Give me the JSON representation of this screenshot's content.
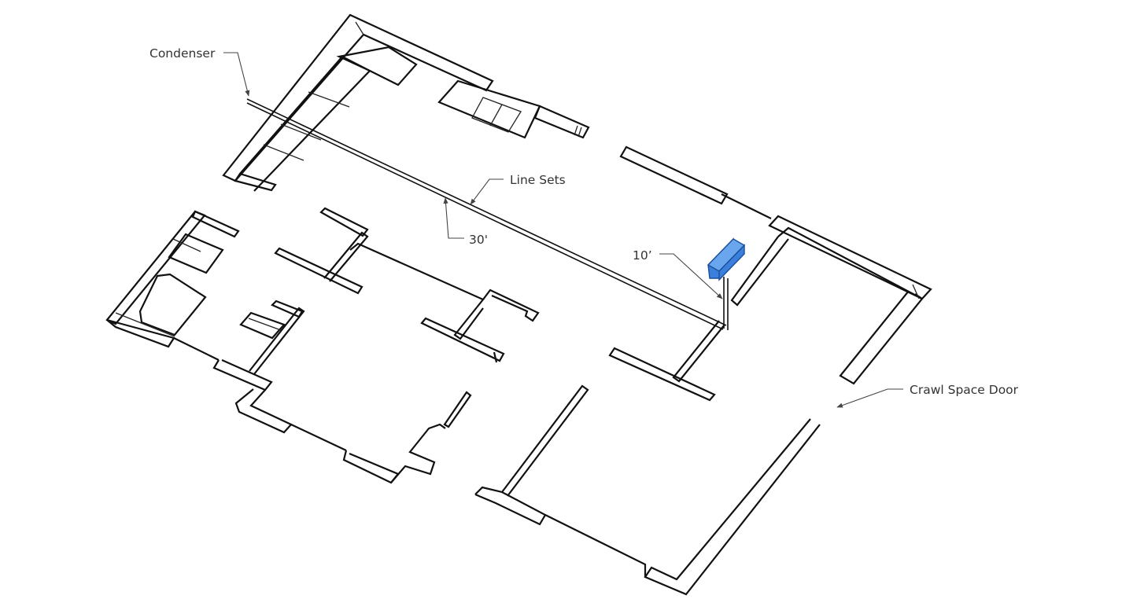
{
  "labels": {
    "condenser": "Condenser",
    "line_sets": "Line Sets",
    "length_30": "30'",
    "length_10": "10’",
    "crawl_space_door": "Crawl Space Door"
  },
  "colors": {
    "air_handler": "#3a7fdc",
    "air_handler_edge": "#1b4f9c",
    "line": "#111111"
  }
}
